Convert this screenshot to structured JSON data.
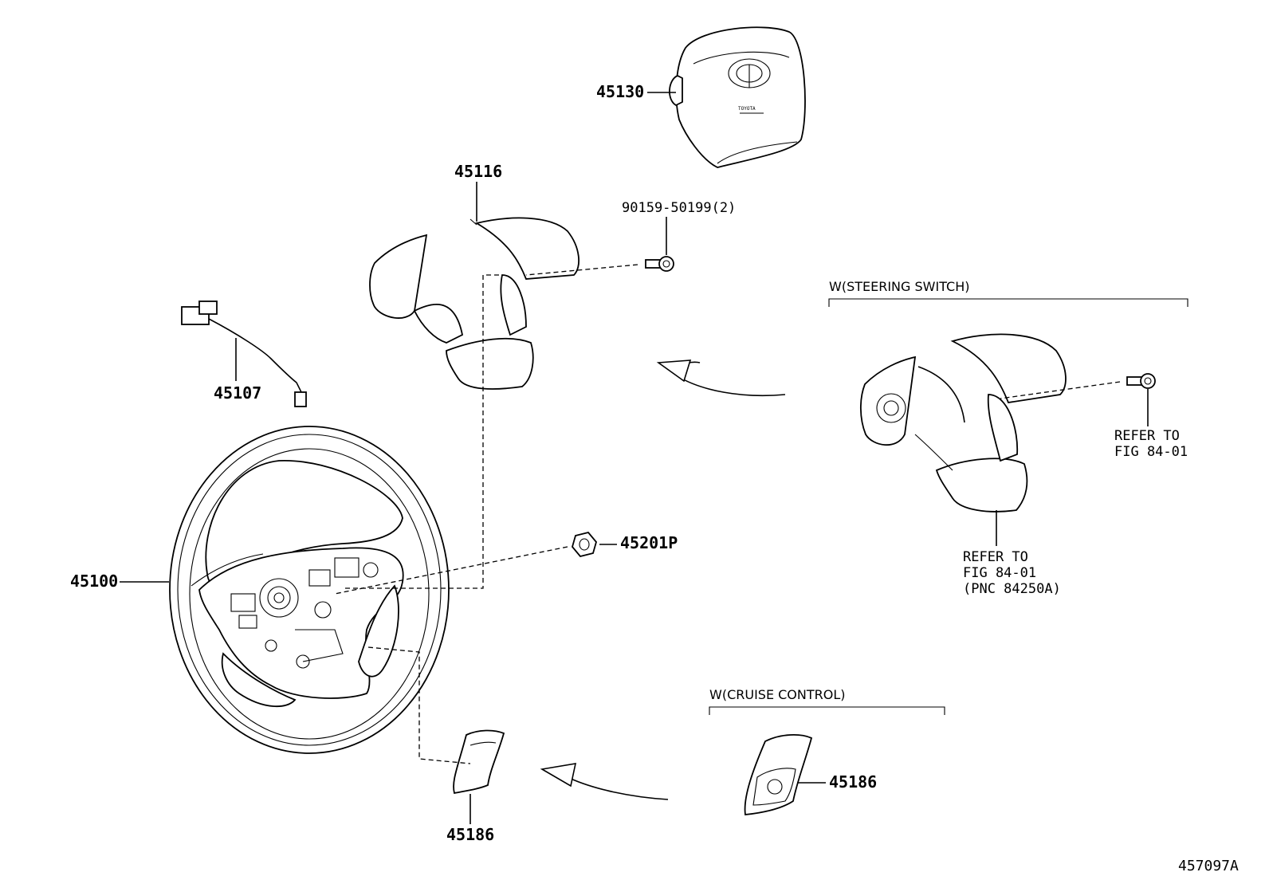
{
  "diagram": {
    "parts": {
      "airbag": "45130",
      "cover_lower": "45116",
      "screw": "90159-50199(2)",
      "harness": "45107",
      "wheel": "45100",
      "nut": "45201P",
      "switch_cover": "45186",
      "switch_cover_cruise": "45186"
    },
    "groups": {
      "steering_switch": "W(STEERING SWITCH)",
      "cruise_control": "W(CRUISE CONTROL)"
    },
    "refer": {
      "screw_line1": "REFER TO",
      "screw_line2": "FIG 84-01",
      "switch_line1": "REFER TO",
      "switch_line2": "FIG 84-01",
      "switch_line3": "(PNC 84250A)"
    },
    "airbag_marking": "TOYOTA",
    "figure_id": "457097A"
  }
}
